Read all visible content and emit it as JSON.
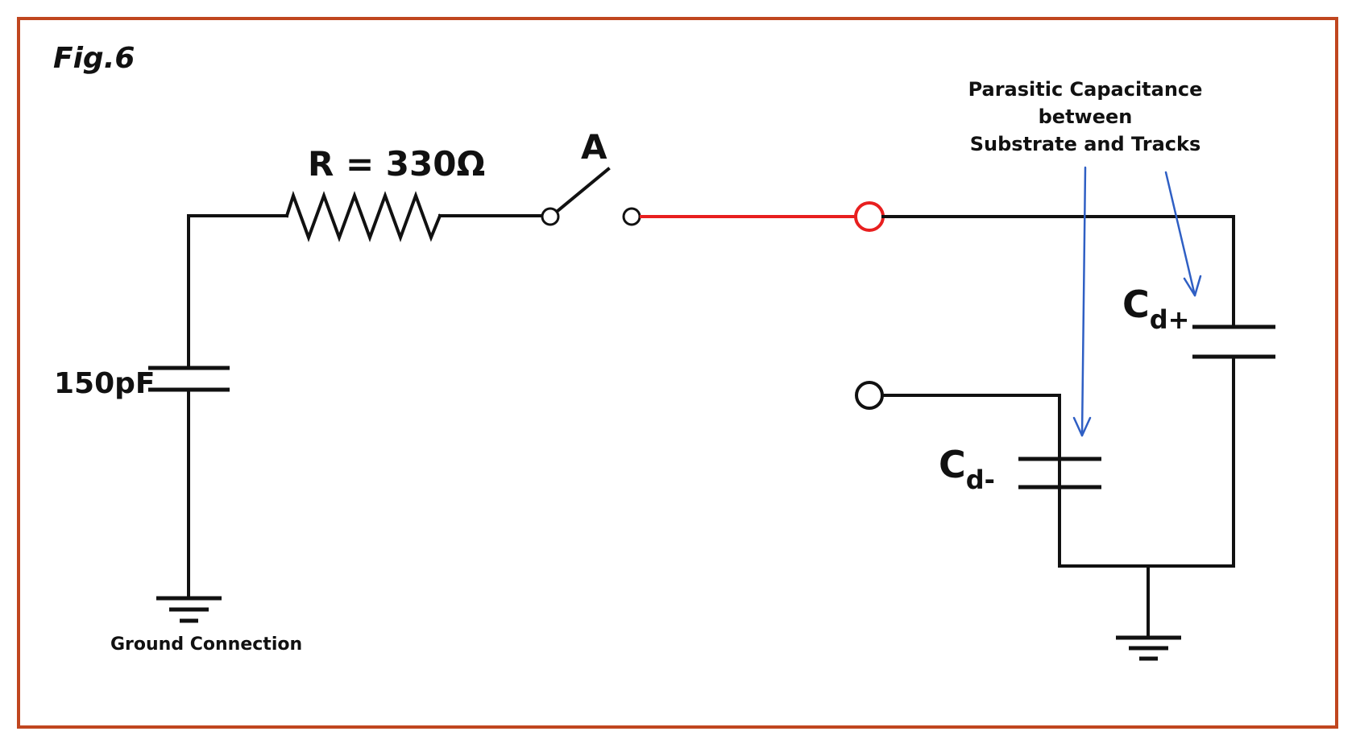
{
  "figure_label": "Fig.6",
  "resistor_label": "R = 330Ω",
  "switch_label": "A",
  "source_capacitor_label": "150pF",
  "ground_label": "Ground Connection",
  "annotation": {
    "line1": "Parasitic Capacitance",
    "line2": "between",
    "line3": "Substrate and Tracks"
  },
  "cd_plus": {
    "main": "C",
    "subscript": "d+"
  },
  "cd_minus": {
    "main": "C",
    "subscript": "d-"
  },
  "colors": {
    "frame": "#c0461f",
    "wire": "#111111",
    "highlight_wire": "#e81f1f",
    "annotation_arrow": "#2f5fc4"
  }
}
